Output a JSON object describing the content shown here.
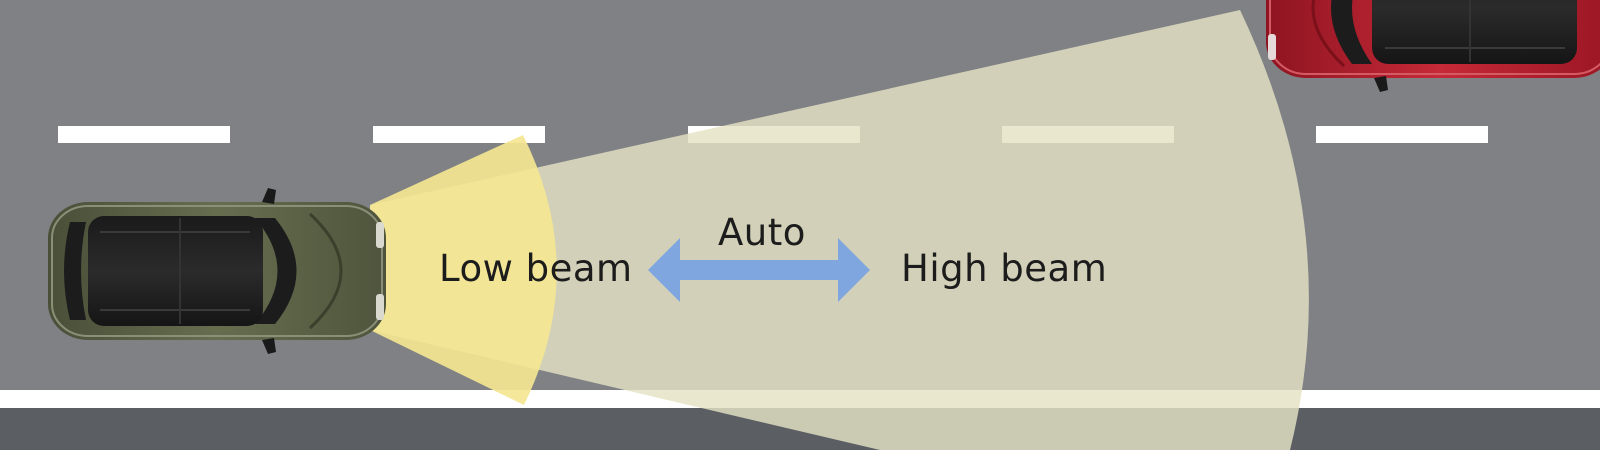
{
  "labels": {
    "low_beam": "Low beam",
    "auto": "Auto",
    "high_beam": "High beam"
  },
  "colors": {
    "road": "#7f8185",
    "road_edge": "#5b5e63",
    "lane_marking": "#ffffff",
    "low_beam_light": "#f2e58e",
    "high_beam_light": "#d4d3b8",
    "arrow": "#7fa6de",
    "own_car_body": "#5b6146",
    "oncoming_car_body": "#b31f2c"
  },
  "icons": {
    "own_vehicle": "car-top-view-icon",
    "oncoming_vehicle": "car-top-view-icon",
    "mode_switch": "double-arrow-icon"
  }
}
